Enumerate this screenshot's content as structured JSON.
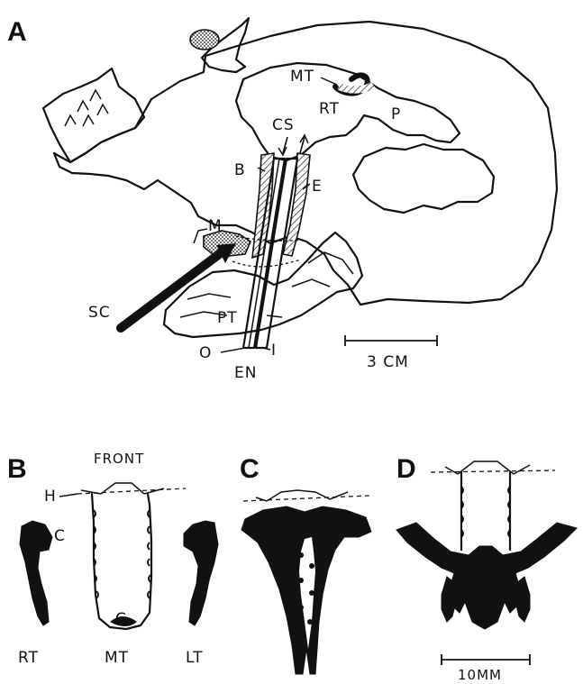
{
  "panels": {
    "a": {
      "letter": "A",
      "labels": {
        "mt": "MT",
        "rt": "RT",
        "p": "P",
        "cs": "CS",
        "b": "B",
        "e": "E",
        "m": "M",
        "sc": "SC",
        "pt": "PT",
        "o": "O",
        "i": "I",
        "en": "EN"
      },
      "scale_bar": "3 CM"
    },
    "b": {
      "letter": "B",
      "labels": {
        "front": "FRONT",
        "h": "H",
        "c_top": "C",
        "c_bottom": "C",
        "rt": "RT",
        "mt": "MT",
        "lt": "LT"
      }
    },
    "c": {
      "letter": "C"
    },
    "d": {
      "letter": "D",
      "scale_bar": "10MM"
    }
  }
}
